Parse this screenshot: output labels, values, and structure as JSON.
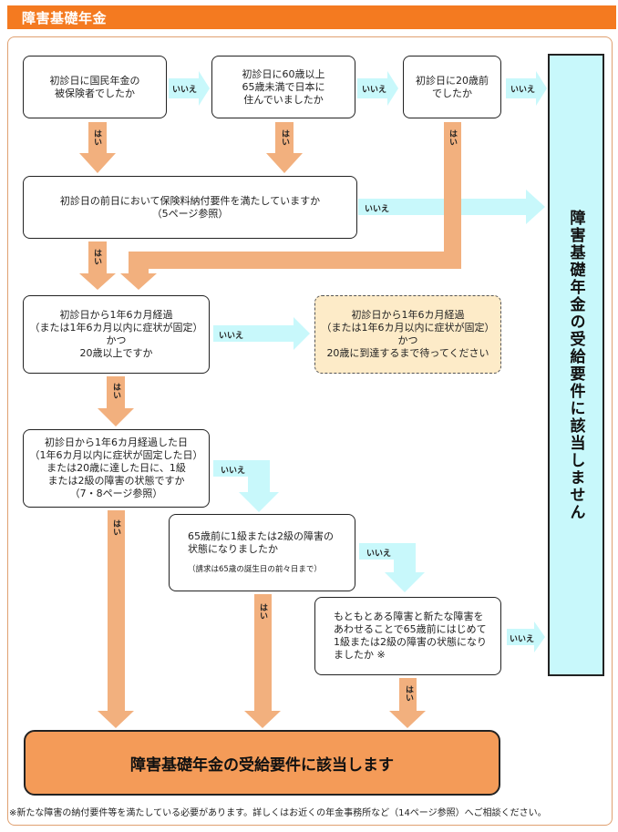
{
  "header": {
    "title": "障害基礎年金"
  },
  "questions": {
    "q1": "初診日に国民年金の\n被保険者でしたか",
    "q2": "初診日に60歳以上\n65歳未満で日本に\n住んでいましたか",
    "q3": "初診日に20歳前\nでしたか",
    "q4": "初診日の前日において保険料納付要件を満たしていますか\n（5ページ参照）",
    "q5": "初診日から1年6カ月経過\n（または1年6カ月以内に症状が固定）\nかつ\n20歳以上ですか",
    "q6": "初診日から1年6カ月経過した日\n（1年6カ月以内に症状が固定した日）\nまたは20歳に達した日に、1級\nまたは2級の障害の状態ですか\n（7・8ページ参照）",
    "q7": "65歳前に1級または2級の障害の\n状態になりましたか",
    "q7_note": "（請求は65歳の誕生日の前々日まで）",
    "q8": "もともとある障害と新たな障害を\nあわせることで65歳前にはじめて\n1級または2級の障害の状態になり\nましたか ※"
  },
  "wait_box": "初診日から1年6カ月経過\n（または1年6カ月以内に症状が固定）\nかつ\n20歳に到達するまで待ってください",
  "labels": {
    "yes": "はい",
    "no": "いいえ"
  },
  "outcomes": {
    "not_eligible": "障害基礎年金の受給要件に該当しません",
    "eligible": "障害基礎年金の受給要件に該当します"
  },
  "footnote": "※新たな障害の納付要件等を満たしている必要があります。詳しくはお近くの年金事務所など（14ページ参照）へご相談ください。",
  "colors": {
    "header": "#f47a20",
    "yes_arrow": "#f2b07e",
    "no_arrow": "#c8f8fb",
    "eligible": "#f49b58",
    "not_eligible": "#c8f8fb",
    "wait": "#fdebc8"
  }
}
